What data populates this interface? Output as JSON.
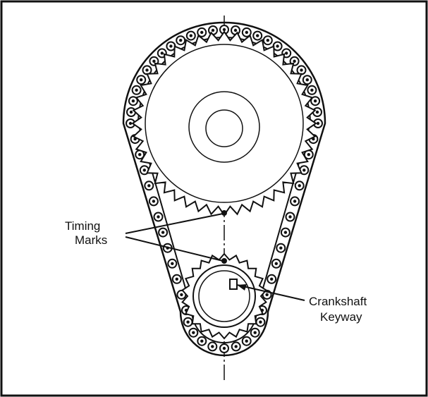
{
  "labels": {
    "timing_1": "Timing",
    "timing_2": "Marks",
    "crank_1": "Crankshaft",
    "crank_2": "Keyway"
  },
  "colors": {
    "ink": "#111111",
    "paper": "#ffffff"
  }
}
